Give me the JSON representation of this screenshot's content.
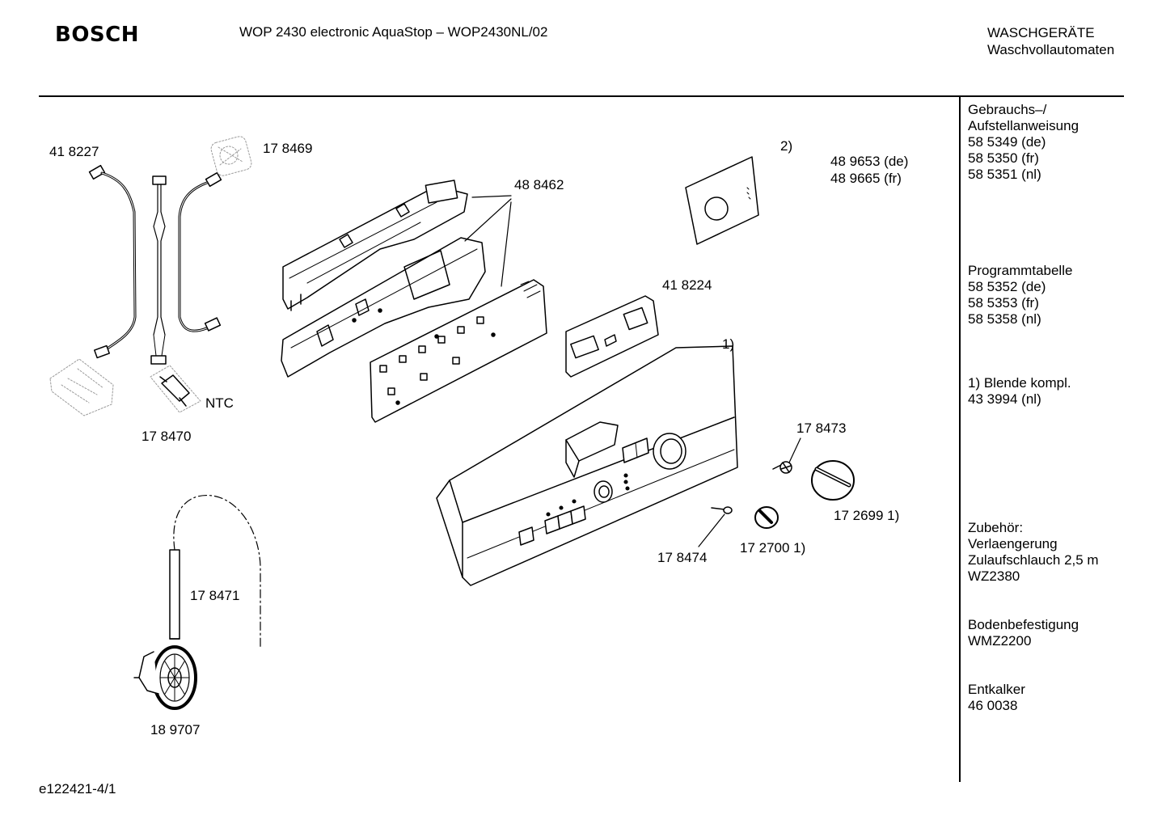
{
  "header": {
    "brand": "BOSCH",
    "model": "WOP 2430 electronic AquaStop  – WOP2430NL/02",
    "category_line1": "WASCHGERÄTE",
    "category_line2": "Waschvollautomaten"
  },
  "sidebar": [
    {
      "lines": [
        "Gebrauchs–/",
        "Aufstellanweisung",
        "58 5349 (de)",
        "58 5350 (fr)",
        "58 5351 (nl)"
      ]
    },
    {
      "lines": [
        "Programmtabelle",
        "58 5352 (de)",
        "58 5353 (fr)",
        "58 5358 (nl)"
      ]
    },
    {
      "lines": [
        "1) Blende kompl.",
        "43 3994 (nl)"
      ]
    },
    {
      "lines": [
        "Zubehör:",
        "Verlaengerung",
        "Zulaufschlauch 2,5 m",
        "WZ2380"
      ]
    },
    {
      "lines": [
        "Bodenbefestigung",
        "WMZ2200"
      ]
    },
    {
      "lines": [
        "Entkalker",
        "46 0038"
      ]
    }
  ],
  "parts": {
    "p418227": "41 8227",
    "p178469": "17 8469",
    "p488462": "48 8462",
    "note2": "2)",
    "p489653": "48 9653 (de)",
    "p489665": "48 9665 (fr)",
    "p418224": "41 8224",
    "note1": "1)",
    "ntc": "NTC",
    "p178470": "17 8470",
    "p178473": "17 8473",
    "p172699": "17 2699 1)",
    "p178474": "17 8474",
    "p172700": "17 2700 1)",
    "p178471": "17 8471",
    "p189707": "18 9707"
  },
  "footer": {
    "code": "e122421-4/1"
  },
  "colors": {
    "ink": "#000000",
    "background": "#ffffff",
    "shade": "#9a9a9a"
  }
}
